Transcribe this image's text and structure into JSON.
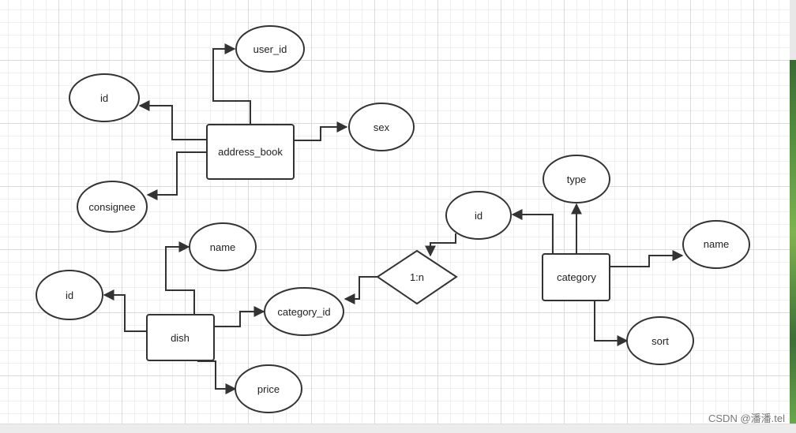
{
  "diagram": {
    "entities": {
      "address_book": "address_book",
      "dish": "dish",
      "category": "category"
    },
    "attributes": {
      "address_book_user_id": "user_id",
      "address_book_id": "id",
      "address_book_sex": "sex",
      "address_book_consignee": "consignee",
      "dish_name": "name",
      "dish_id": "id",
      "dish_category_id": "category_id",
      "dish_price": "price",
      "category_id": "id",
      "category_type": "type",
      "category_name": "name",
      "category_sort": "sort"
    },
    "relationships": {
      "dish_category": "1:n"
    }
  },
  "watermark": "CSDN @潘潘.tel"
}
